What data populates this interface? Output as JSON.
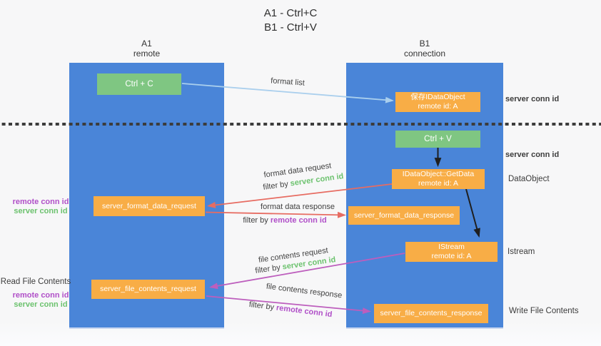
{
  "title": {
    "line1": "A1 - Ctrl+C",
    "line2": "B1 - Ctrl+V"
  },
  "lifelines": {
    "a1": {
      "name": "A1",
      "role": "remote"
    },
    "b1": {
      "name": "B1",
      "role": "connection"
    }
  },
  "boxes": {
    "ctrl_c": {
      "label": "Ctrl + C"
    },
    "save_idataobject": {
      "line1": "保存IDataObject",
      "line2": "remote id: A"
    },
    "ctrl_v": {
      "label": "Ctrl + V"
    },
    "getdata": {
      "line1": "IDataObject::GetData",
      "line2": "remote id: A"
    },
    "format_req": {
      "label": "server_format_data_request"
    },
    "format_resp": {
      "label": "server_format_data_response"
    },
    "istream": {
      "line1": "IStream",
      "line2": "remote id: A"
    },
    "file_req": {
      "label": "server_file_contents_request"
    },
    "file_resp": {
      "label": "server_file_contents_response"
    }
  },
  "messages": {
    "filter_by": "filter by ",
    "format_list": "format list",
    "format_data_request": "format data request",
    "format_data_request_filter": "server conn id",
    "format_data_response": "format data response",
    "format_data_response_filter": "remote conn id",
    "file_contents_request": "file contents request",
    "file_contents_request_filter": "server conn id",
    "file_contents_response": "file contents response",
    "file_contents_response_filter": "remote conn id"
  },
  "annotations": {
    "right_server_conn_id_1": "server conn id",
    "right_server_conn_id_2": "server conn id",
    "data_object": "DataObject",
    "istream": "Istream",
    "write_file_contents": "Write File Contents",
    "mid_left": {
      "remote_conn_id": "remote conn id",
      "server_conn_id": "server conn id"
    },
    "bottom_left": {
      "title": "Read File Contents",
      "remote_conn_id": "remote conn id",
      "server_conn_id": "server conn id"
    }
  },
  "colors": {
    "lifeline_blue": "#4a85d8",
    "box_green": "#7fc682",
    "box_orange": "#f8ad46",
    "arrow_red": "#e76c62",
    "arrow_magenta": "#bd5ebd",
    "arrow_light_blue": "#aacfed",
    "arrow_black": "#1f1f1f",
    "text_green": "#6cc26e",
    "text_purple": "#b04fc8",
    "divider_gray": "#3c3c3c"
  }
}
